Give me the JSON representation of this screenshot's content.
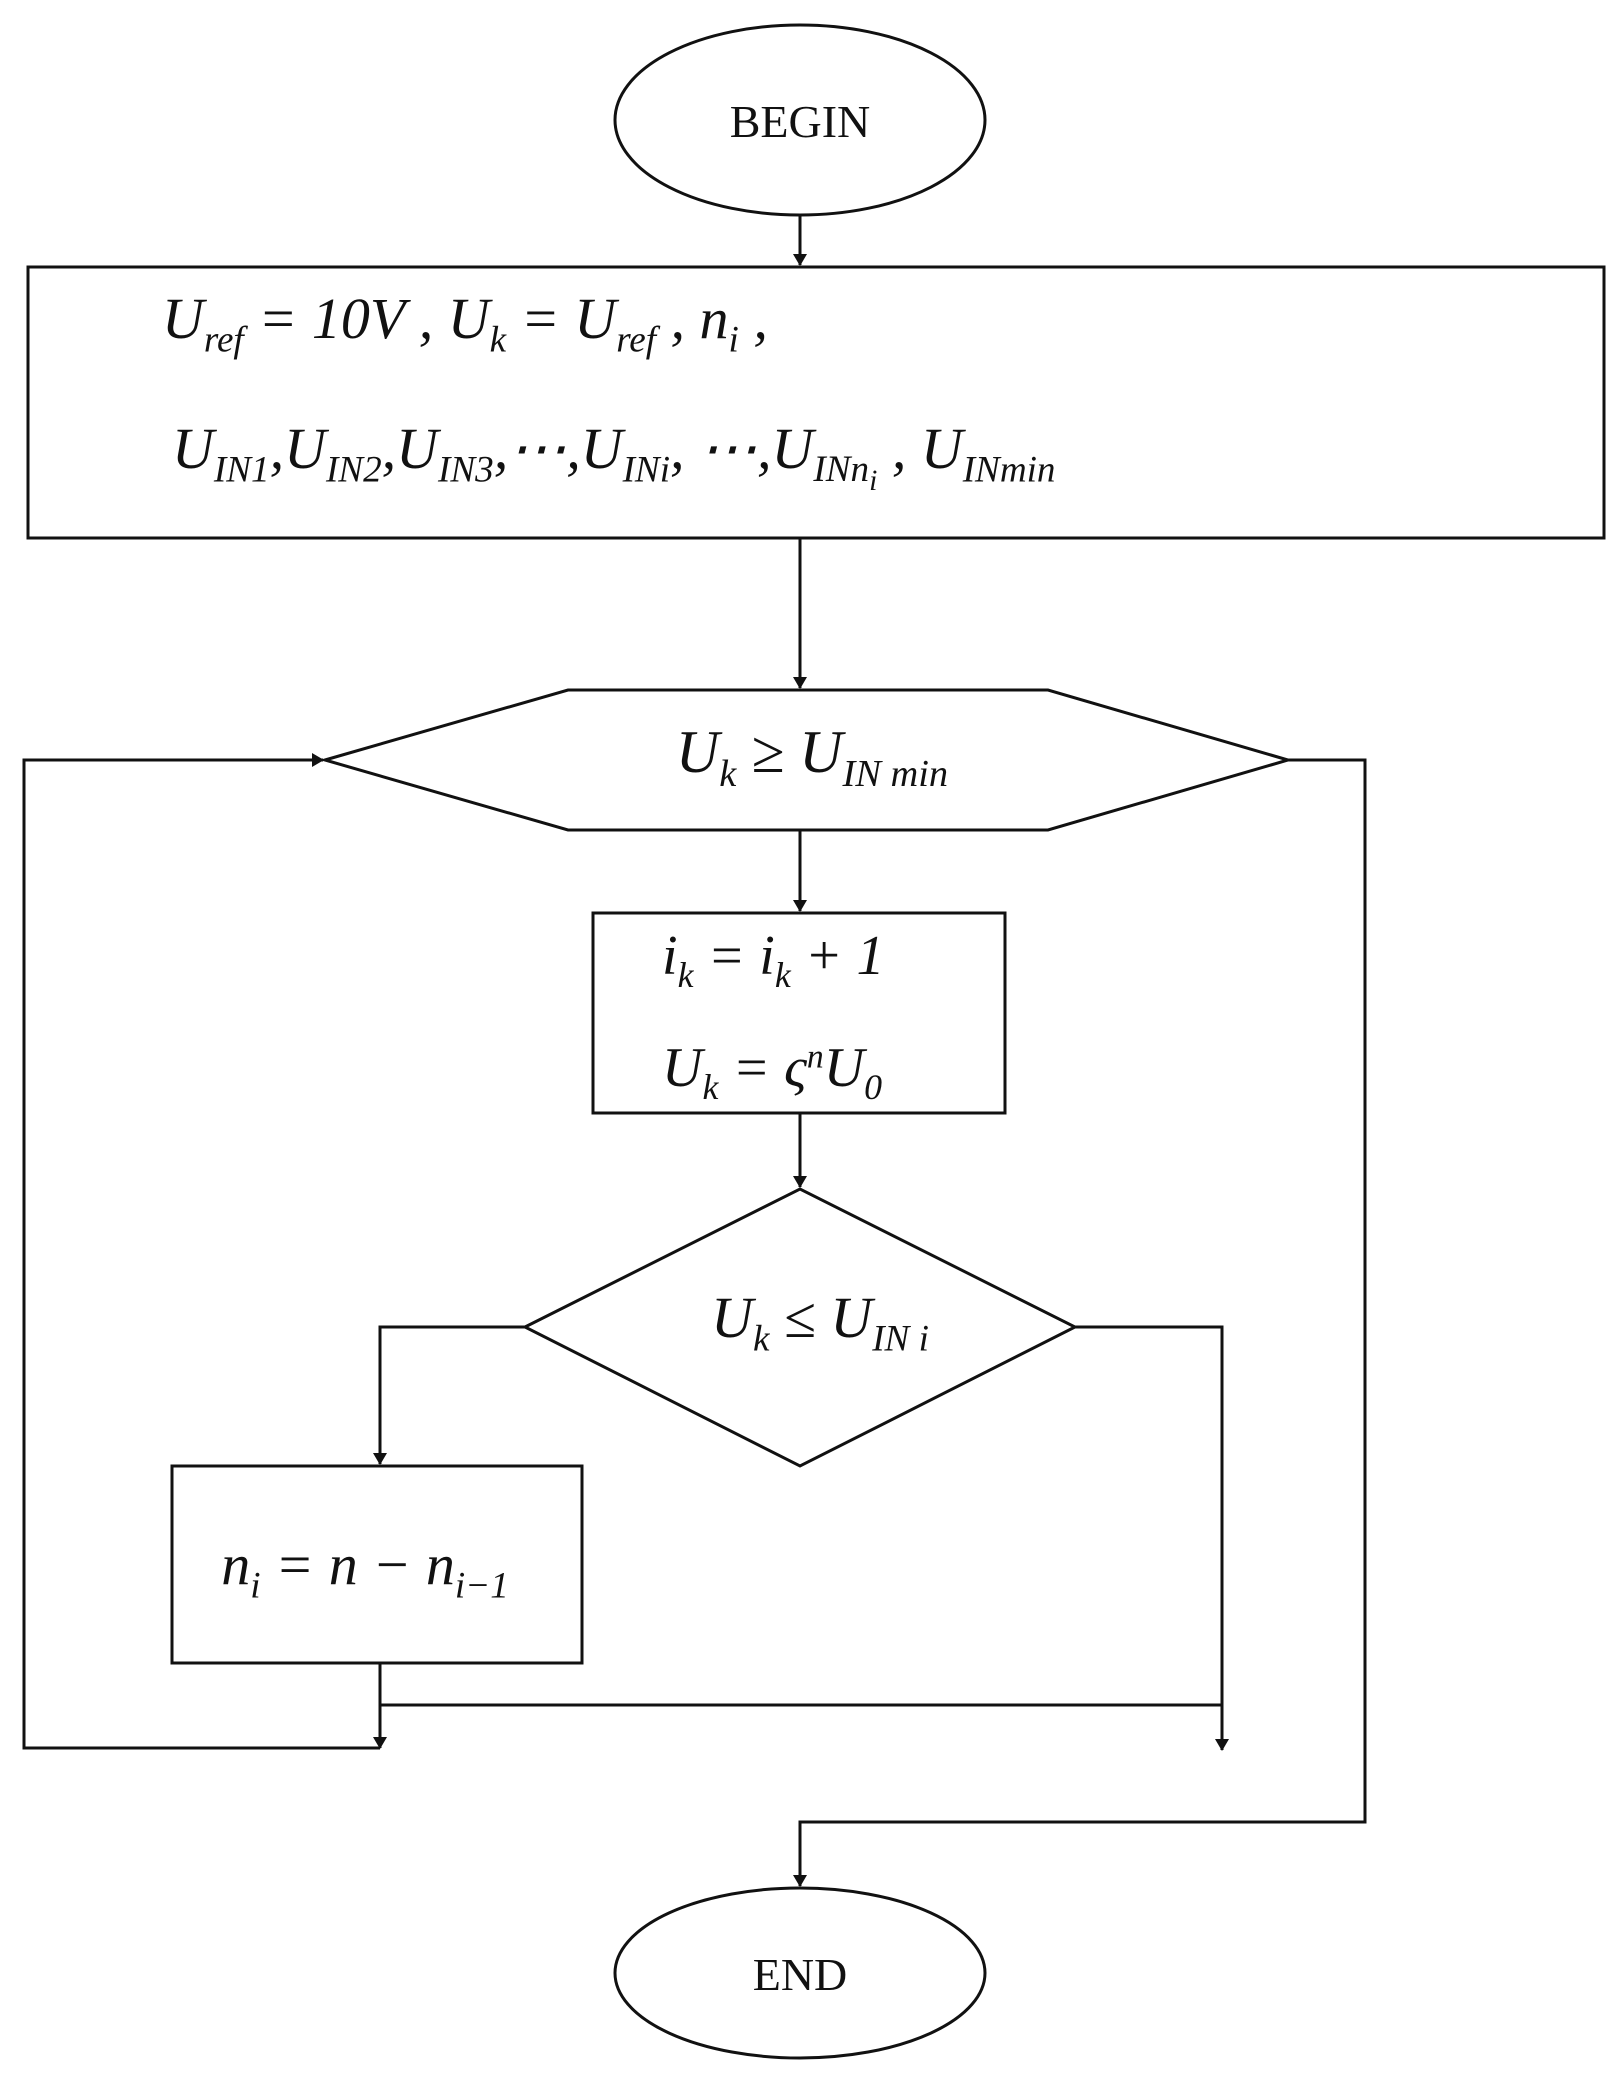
{
  "terminals": {
    "begin": "BEGIN",
    "end": "END"
  },
  "init_box": {
    "line1": {
      "u": "U",
      "ref": "ref",
      "eq_10v": " = 10V",
      "sep1": " ,  ",
      "uk": "U",
      "k": "k",
      "eq": " = ",
      "u2": "U",
      "ref2": "ref",
      "sep2": " ,  ",
      "n": "n",
      "i": "i",
      "tail": " ,"
    },
    "line2": {
      "u": "U",
      "in": "IN",
      "s1": "1",
      "s2": "2",
      "s3": "3",
      "si": "i",
      "comma": ",",
      "dots": "⋯",
      "ni_n": "n",
      "ni_i": "i",
      "min": "min"
    }
  },
  "loop_condition": {
    "u": "U",
    "k": "k",
    "op": " ≥ ",
    "u2": "U",
    "in": "IN",
    "min": "min"
  },
  "process_box": {
    "i": "i",
    "k": "k",
    "eq": " = ",
    "plus1": " + 1",
    "u": "U",
    "zeta": "ς",
    "n": "n",
    "u0": "U",
    "zero": "0"
  },
  "compare_condition": {
    "u": "U",
    "k": "k",
    "op": " ≤ ",
    "u2": "U",
    "in": "IN",
    "i": "i"
  },
  "assign_box": {
    "n": "n",
    "i": "i",
    "eq": " = n − ",
    "n2": "n",
    "sub": "i−1"
  }
}
